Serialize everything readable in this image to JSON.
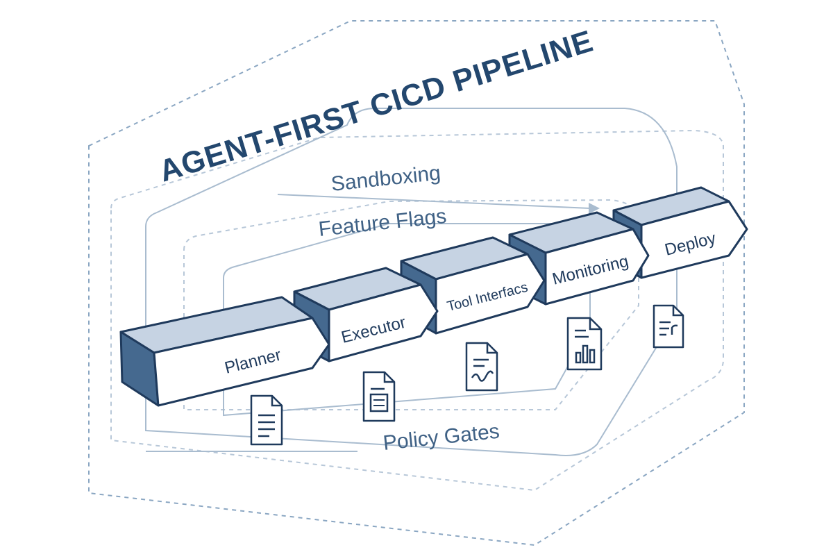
{
  "title": "AGENT-FIRST CICD PIPELINE",
  "layers": {
    "sandboxing": "Sandboxing",
    "feature_flags": "Feature Flags",
    "policy_gates": "Policy Gates"
  },
  "stages": [
    {
      "label": "Planner",
      "doc_icon": "document-lines-icon"
    },
    {
      "label": "Executor",
      "doc_icon": "document-form-icon"
    },
    {
      "label": "Tool Interfacs",
      "doc_icon": "document-signature-icon"
    },
    {
      "label": "Monitoring",
      "doc_icon": "document-chart-icon"
    },
    {
      "label": "Deploy",
      "doc_icon": "document-text-icon"
    }
  ],
  "colors": {
    "title": "#23476e",
    "box_front": "#ffffff",
    "box_top": "#c6d3e3",
    "box_side": "#45698f",
    "outline": "#1f3a5c",
    "dashed": "#8aa6c2",
    "frame": "#a9bccf"
  }
}
